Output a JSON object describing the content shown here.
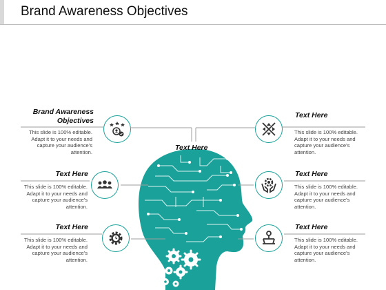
{
  "header": {
    "title": "Brand Awareness Objectives"
  },
  "center": {
    "label": "Text Here"
  },
  "items": [
    {
      "label": "Brand Awareness Objectives",
      "text": "This slide is 100% editable. Adapt it to your needs and capture your audience's attention.",
      "icon": "people-stars-icon"
    },
    {
      "label": "Text Here",
      "text": "This slide is 100% editable. Adapt it to your needs and capture your audience's attention.",
      "icon": "group-icon"
    },
    {
      "label": "Text Here",
      "text": "This slide is 100% editable. Adapt it to your needs and capture your audience's attention.",
      "icon": "gear-clock-icon"
    },
    {
      "label": "Text Here",
      "text": "This slide is 100% editable. Adapt it to your needs and capture your audience's attention.",
      "icon": "arrows-icon"
    },
    {
      "label": "Text Here",
      "text": "This slide is 100% editable. Adapt it to your needs and capture your audience's attention.",
      "icon": "hands-gear-icon"
    },
    {
      "label": "Text Here",
      "text": "This slide is 100% editable. Adapt it to your needs and capture your audience's attention.",
      "icon": "person-balance-icon"
    }
  ],
  "colors": {
    "accent": "#1aa29a",
    "line": "#9e9e9e"
  }
}
